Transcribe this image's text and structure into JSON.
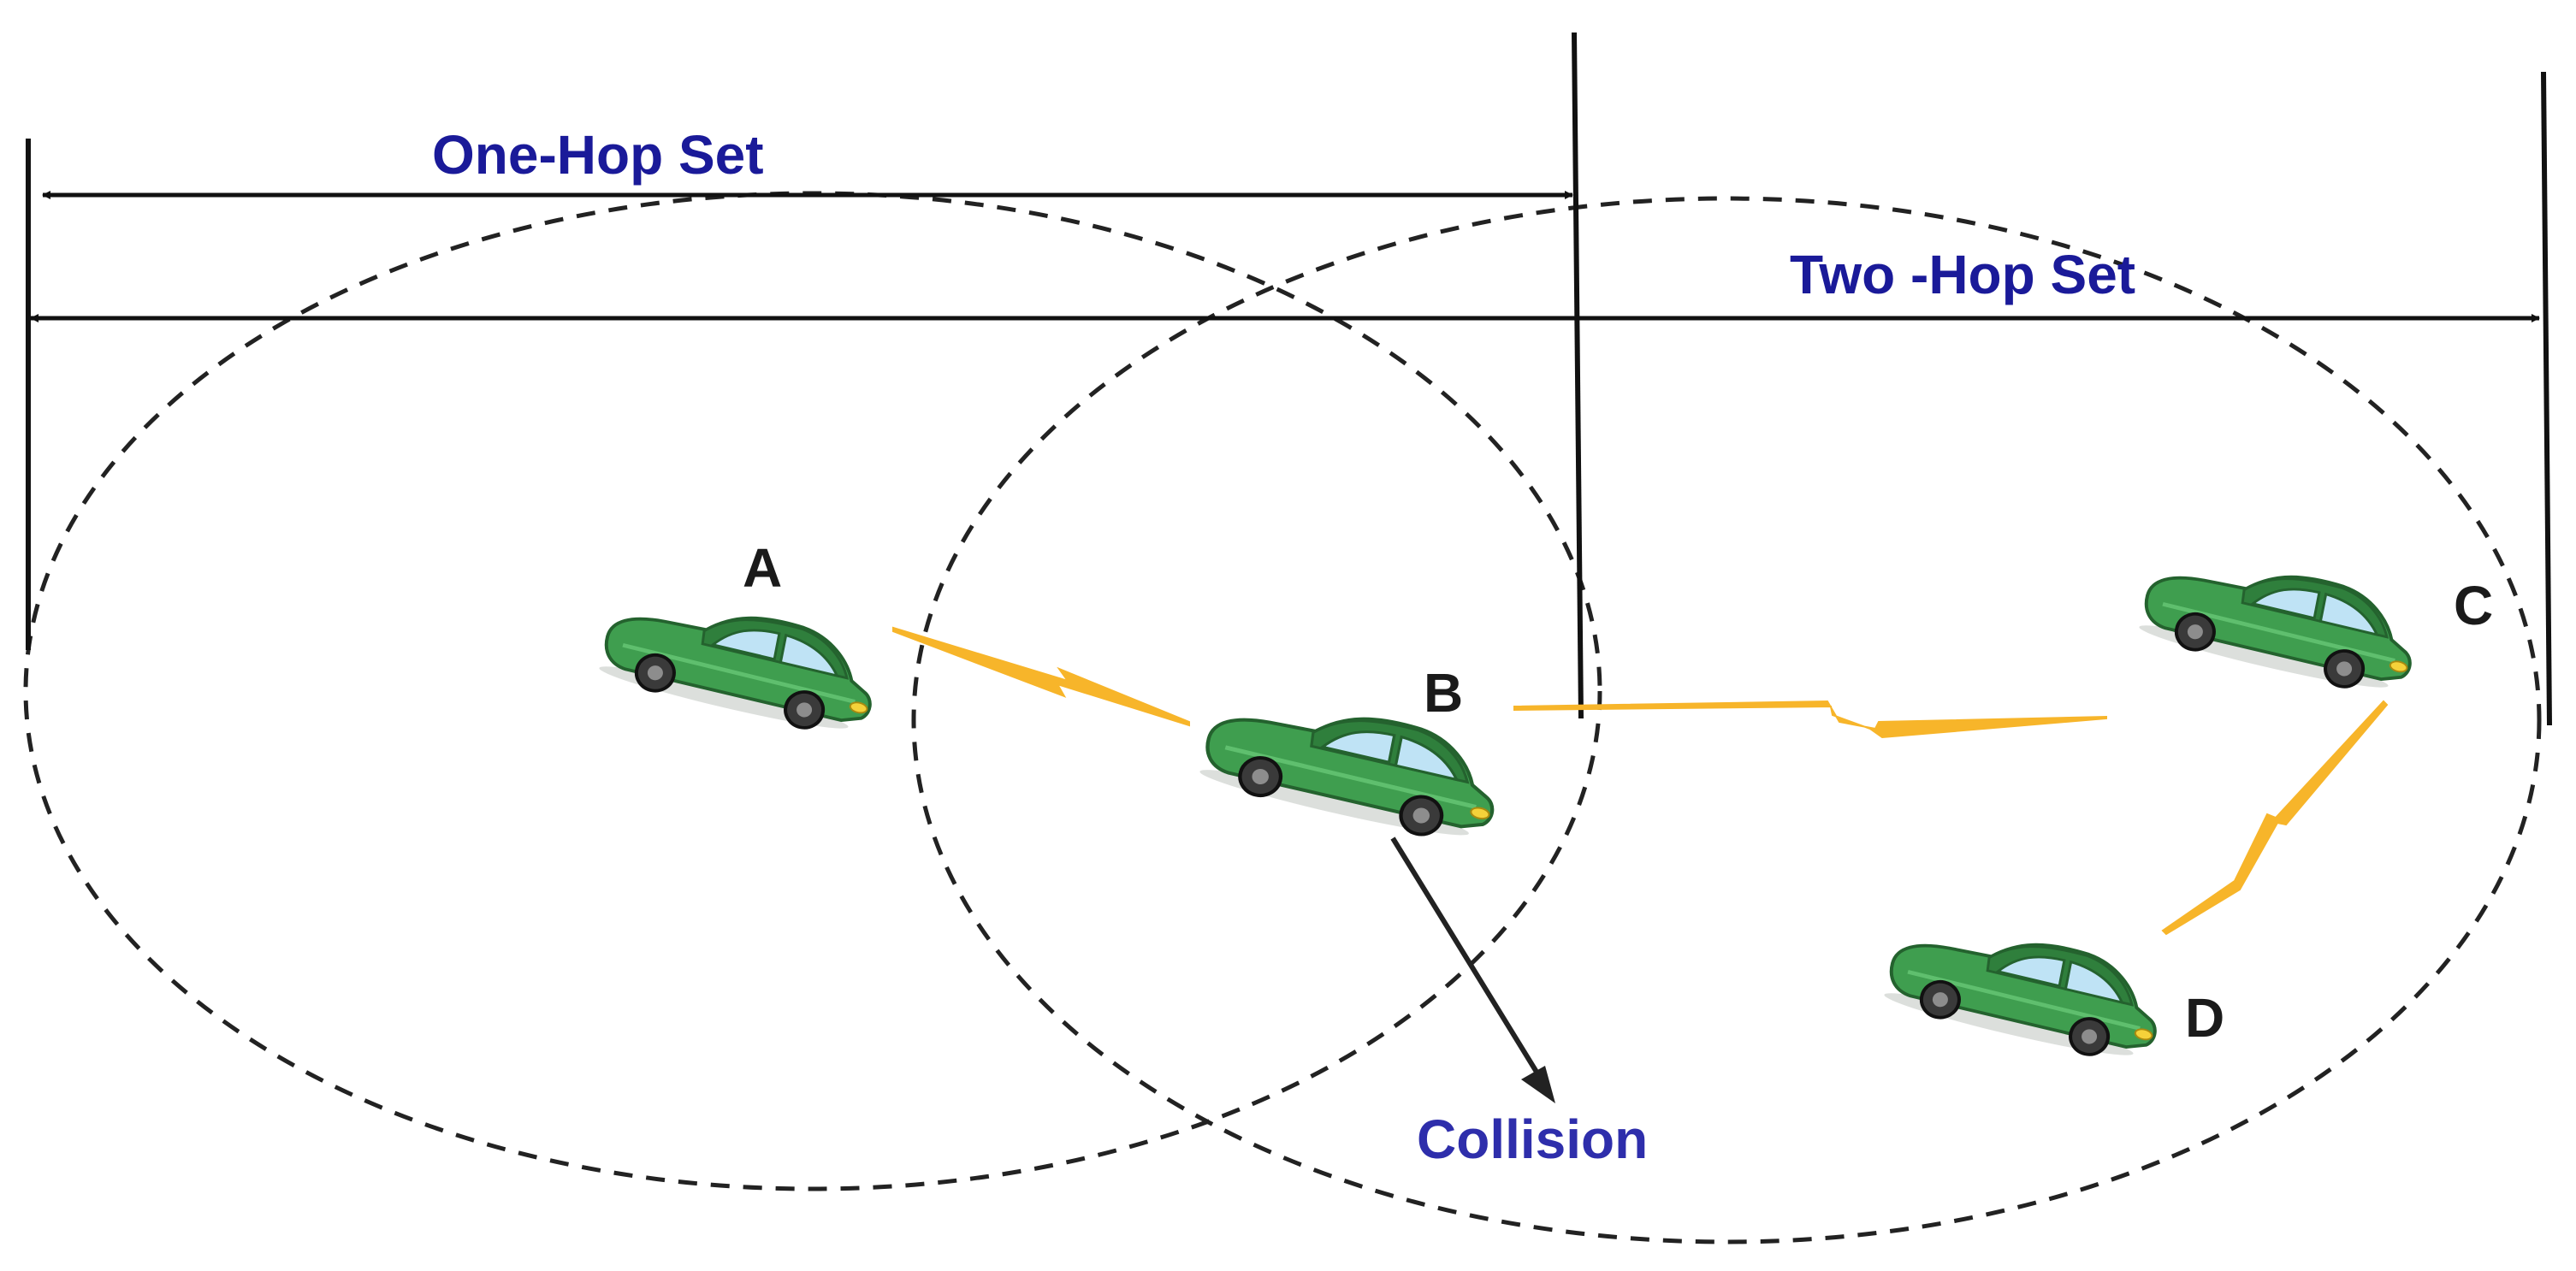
{
  "labels": {
    "one_hop": "One-Hop Set",
    "two_hop": "Two -Hop Set",
    "collision": "Collision"
  },
  "vehicles": [
    {
      "id": "A",
      "label": "A"
    },
    {
      "id": "B",
      "label": "B"
    },
    {
      "id": "C",
      "label": "C"
    },
    {
      "id": "D",
      "label": "D"
    }
  ],
  "links": [
    {
      "from": "A",
      "to": "B"
    },
    {
      "from": "B",
      "to": "C"
    },
    {
      "from": "C",
      "to": "D"
    }
  ],
  "colors": {
    "car_body": "#3f9e4f",
    "car_roof": "#2f7f3c",
    "car_window": "#bfe3f5",
    "wireless_link": "#f7b52a",
    "range_label": "#1a1a99",
    "collision_label": "#2e2eab",
    "dashed_circle": "#222222",
    "arrow": "#111111"
  }
}
